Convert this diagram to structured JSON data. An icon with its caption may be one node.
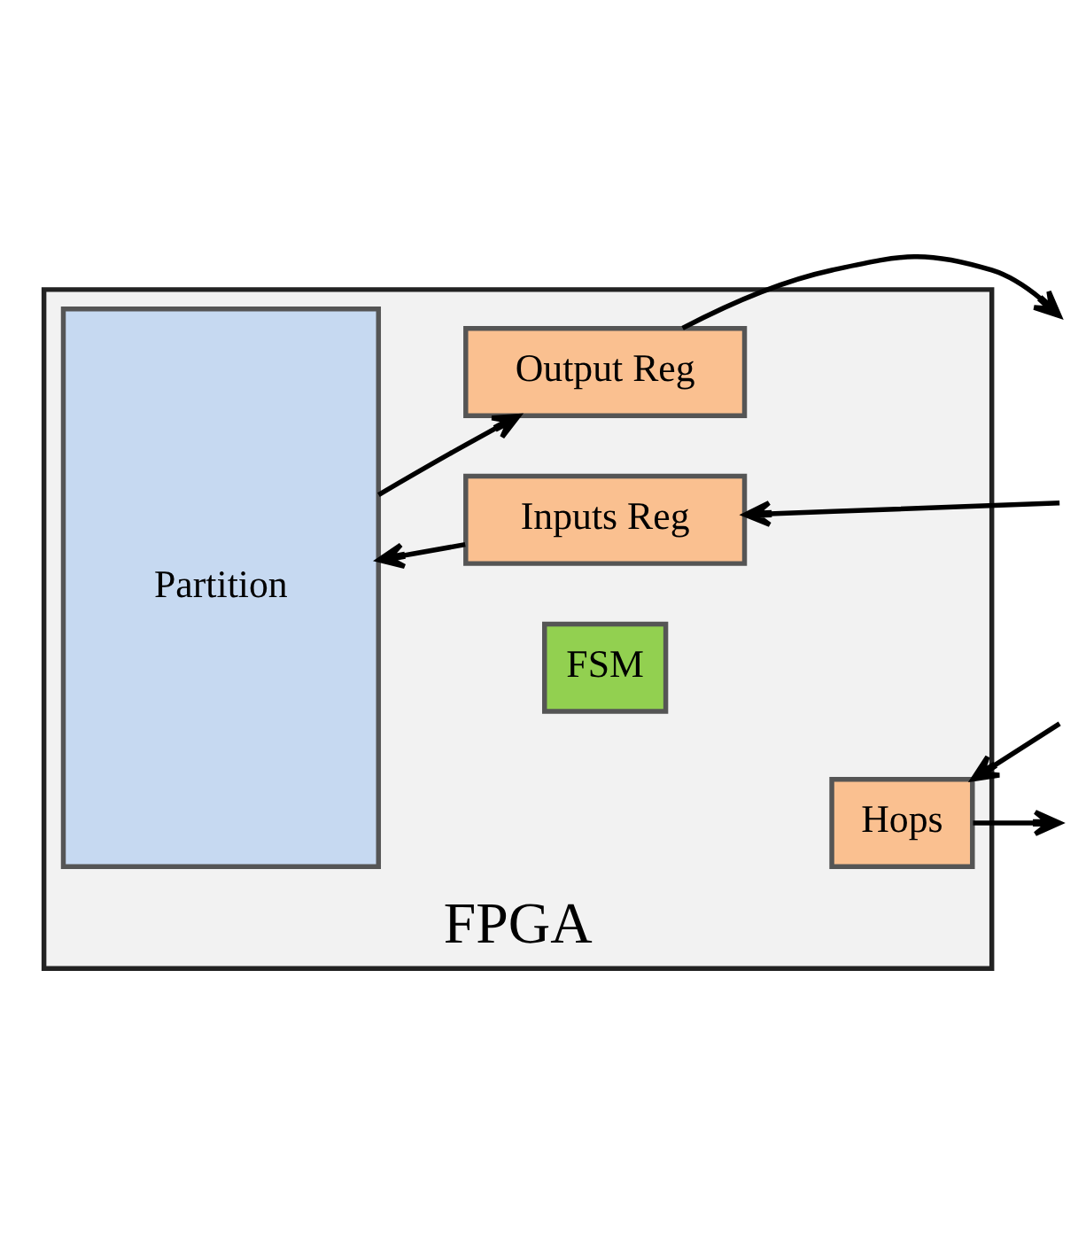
{
  "diagram": {
    "nodes": [
      {
        "text": [
          "FPGA"
        ]
      },
      {
        "text": [
          "Partition"
        ],
        "in": 0
      },
      {
        "text": [
          "Output Reg"
        ],
        "in": 0
      },
      {
        "text": [
          "Inputs Reg"
        ],
        "in": 0
      },
      {
        "text": [
          "FSM"
        ],
        "in": 0
      },
      {
        "text": [
          "Hops"
        ],
        "in": 0
      }
    ],
    "edges": [
      {
        "from": 1,
        "to": 2,
        "arrow": "to"
      },
      {
        "from": 2,
        "to": null,
        "arrow": "to"
      },
      {
        "from": null,
        "to": 3,
        "arrow": "to"
      },
      {
        "from": 3,
        "to": 1,
        "arrow": "to"
      },
      {
        "from": null,
        "to": 5,
        "arrow": "to"
      },
      {
        "from": 5,
        "to": null,
        "arrow": "to"
      }
    ]
  }
}
